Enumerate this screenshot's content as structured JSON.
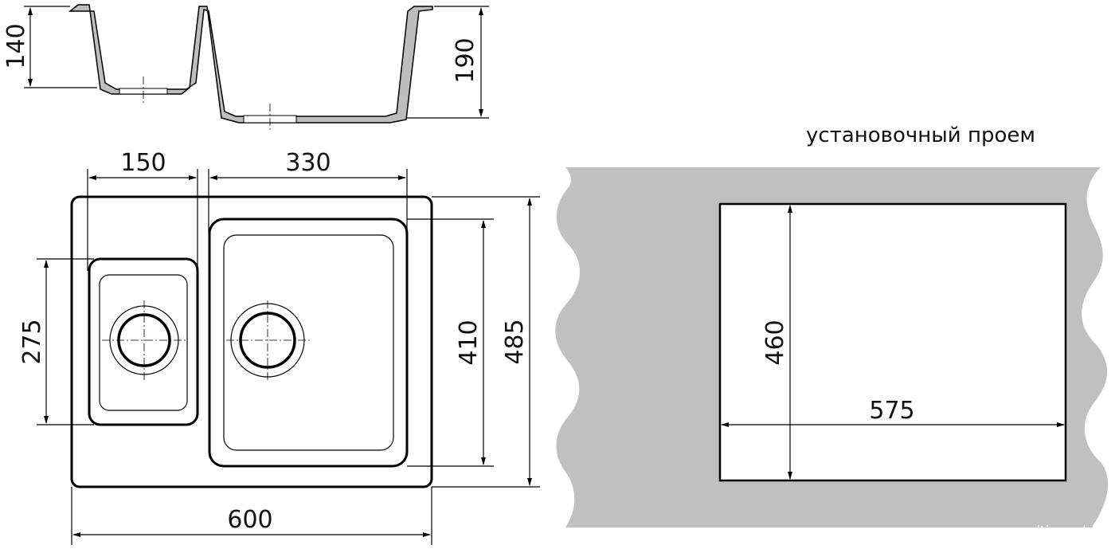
{
  "side_view": {
    "dim_small_depth": "140",
    "dim_large_depth": "190"
  },
  "plan_view": {
    "dim_small_bowl_width": "150",
    "dim_large_bowl_width": "330",
    "dim_small_bowl_length": "275",
    "dim_large_bowl_length": "410",
    "dim_overall_length": "485",
    "dim_overall_width": "600"
  },
  "cutout": {
    "caption": "установочный проем",
    "dim_height": "460",
    "dim_width": "575"
  },
  "watermark": "multicom.by",
  "colors": {
    "countertop": "#c0c0c0",
    "line": "#000000",
    "sink_body": "#bdbdbd"
  }
}
